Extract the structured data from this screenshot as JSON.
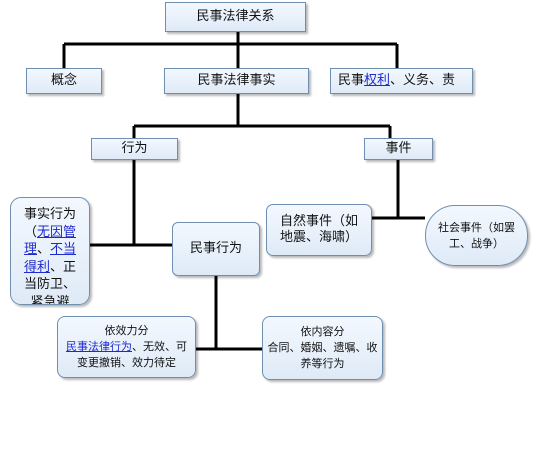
{
  "nodes": {
    "root": "民事法律关系",
    "concept": "概念",
    "fact": "民事法律事实",
    "rights": {
      "text1": "民事",
      "link": "权利",
      "text2": "、义务、责"
    },
    "behavior": "行为",
    "event": "事件",
    "factual_act": {
      "line1": "事实行为",
      "line2_pre": "（",
      "link1": "无因管理",
      "sep1": "、",
      "link2": "不当得利",
      "text3": "、正当防卫、紧急避险……）"
    },
    "civil_act": "民事行为",
    "natural_event": "自然事件（如地震、海啸）",
    "social_event": "社会事件（如罢工、战争）",
    "by_effect": {
      "line1": "依效力分",
      "link": "民事法律行为",
      "text2": "、无效、可变更撤销、效力待定"
    },
    "by_content": {
      "line1": "依内容分",
      "line2": "合同、婚姻、遗嘱、收养等行为"
    }
  }
}
